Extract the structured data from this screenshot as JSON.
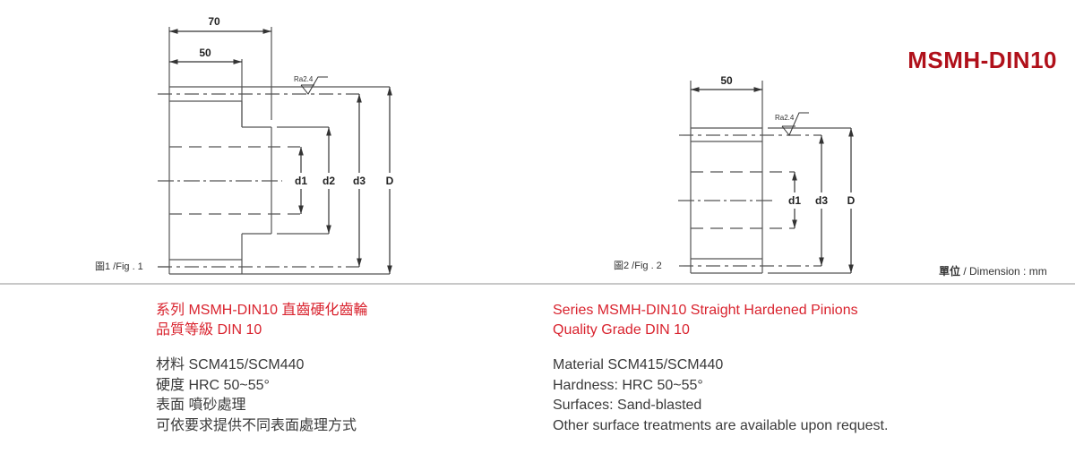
{
  "header": {
    "model_title": "MSMH-DIN10",
    "unit_label_zh": "單位",
    "unit_label_en": " / Dimension : mm"
  },
  "figures": [
    {
      "caption": "圖1 /Fig . 1",
      "dimensions": {
        "overall_width": "70",
        "hub_width": "50"
      },
      "roughness": "Ra2.4",
      "diameter_labels": [
        "d1",
        "d2",
        "d3",
        "D"
      ]
    },
    {
      "caption": "圖2 /Fig . 2",
      "dimensions": {
        "width": "50"
      },
      "roughness": "Ra2.4",
      "diameter_labels": [
        "d1",
        "d3",
        "D"
      ]
    }
  ],
  "spec_zh": {
    "title_line1": "系列 MSMH-DIN10  直齒硬化齒輪",
    "title_line2": "品質等級 DIN 10",
    "material": "材料 SCM415/SCM440",
    "hardness": "硬度 HRC 50~55°",
    "surface": "表面 噴砂處理",
    "note": "可依要求提供不同表面處理方式"
  },
  "spec_en": {
    "title_line1": "Series MSMH-DIN10 Straight Hardened Pinions",
    "title_line2": "Quality Grade DIN 10",
    "material": "Material SCM415/SCM440",
    "hardness": "Hardness: HRC 50~55°",
    "surface": "Surfaces: Sand-blasted",
    "note": "Other surface treatments are available upon request."
  },
  "colors": {
    "title_red": "#b0101a",
    "text_red": "#d9232e",
    "line_gray": "#555555",
    "text_dark": "#3a3a3a"
  }
}
